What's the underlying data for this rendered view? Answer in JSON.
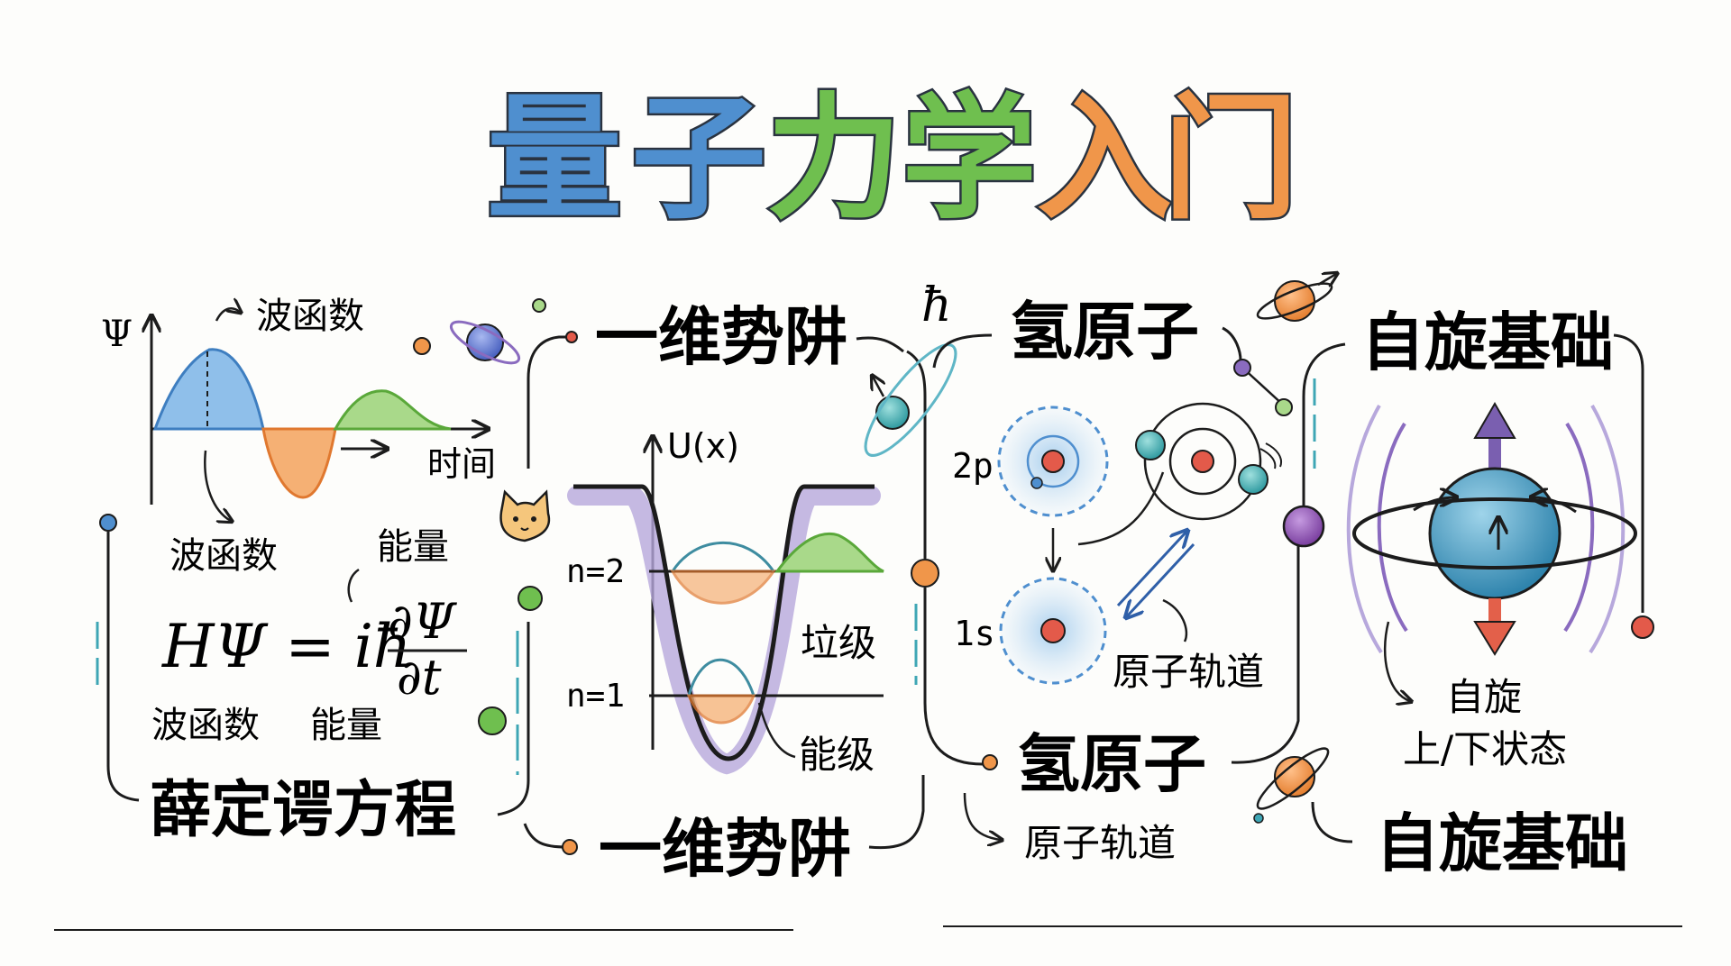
{
  "title": {
    "chars": [
      "量",
      "子",
      "力",
      "学",
      "入",
      "门"
    ],
    "colors": [
      "#4f8fcf",
      "#4f8fcf",
      "#6fbf4f",
      "#6fbf4f",
      "#f0964a",
      "#f0964a"
    ]
  },
  "panel1": {
    "psi_axis": "Ψ",
    "wave_label": "波函数",
    "time_label": "时间",
    "wave_label_bottom": "波函数",
    "energy_label": "能量",
    "eq_left": "HΨ = iħ",
    "eq_num": "∂Ψ",
    "eq_den": "∂t",
    "bottom_wave": "波函数",
    "bottom_energy": "能量",
    "section_name": "薛定谔方程"
  },
  "panel2": {
    "heading": "一维势阱",
    "axis_label": "U(x)",
    "n2": "n=2",
    "n1": "n=1",
    "level_a": "垃级",
    "level_b": "能级",
    "footer": "一维势阱"
  },
  "panel3": {
    "hbar": "ħ",
    "heading": "氢原子",
    "orbit_2p": "2p",
    "orbit_1s": "1s",
    "orbital_label": "原子轨道",
    "footer": "氢原子",
    "footer_sub": "原子轨道"
  },
  "panel4": {
    "heading": "自旋基础",
    "spin_label_1": "自旋",
    "spin_label_2": "上/下状态",
    "footer": "自旋基础"
  },
  "colors": {
    "blue": "#4f8fcf",
    "green": "#6fbf4f",
    "orange": "#f0964a",
    "purple": "#8a6bbf",
    "teal": "#3ea6b5",
    "red": "#e35a4a"
  }
}
